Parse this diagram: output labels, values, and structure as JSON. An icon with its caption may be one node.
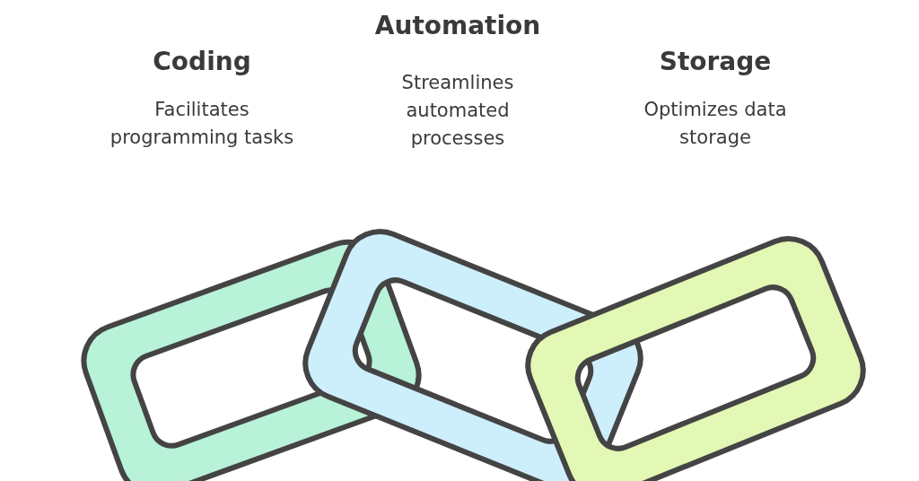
{
  "diagram": {
    "nodes": [
      {
        "text": [
          "Coding",
          "Facilitates programming tasks"
        ]
      },
      {
        "text": [
          "Automation",
          "Streamlines automated processes"
        ]
      },
      {
        "text": [
          "Storage",
          "Optimizes data storage"
        ]
      }
    ]
  }
}
